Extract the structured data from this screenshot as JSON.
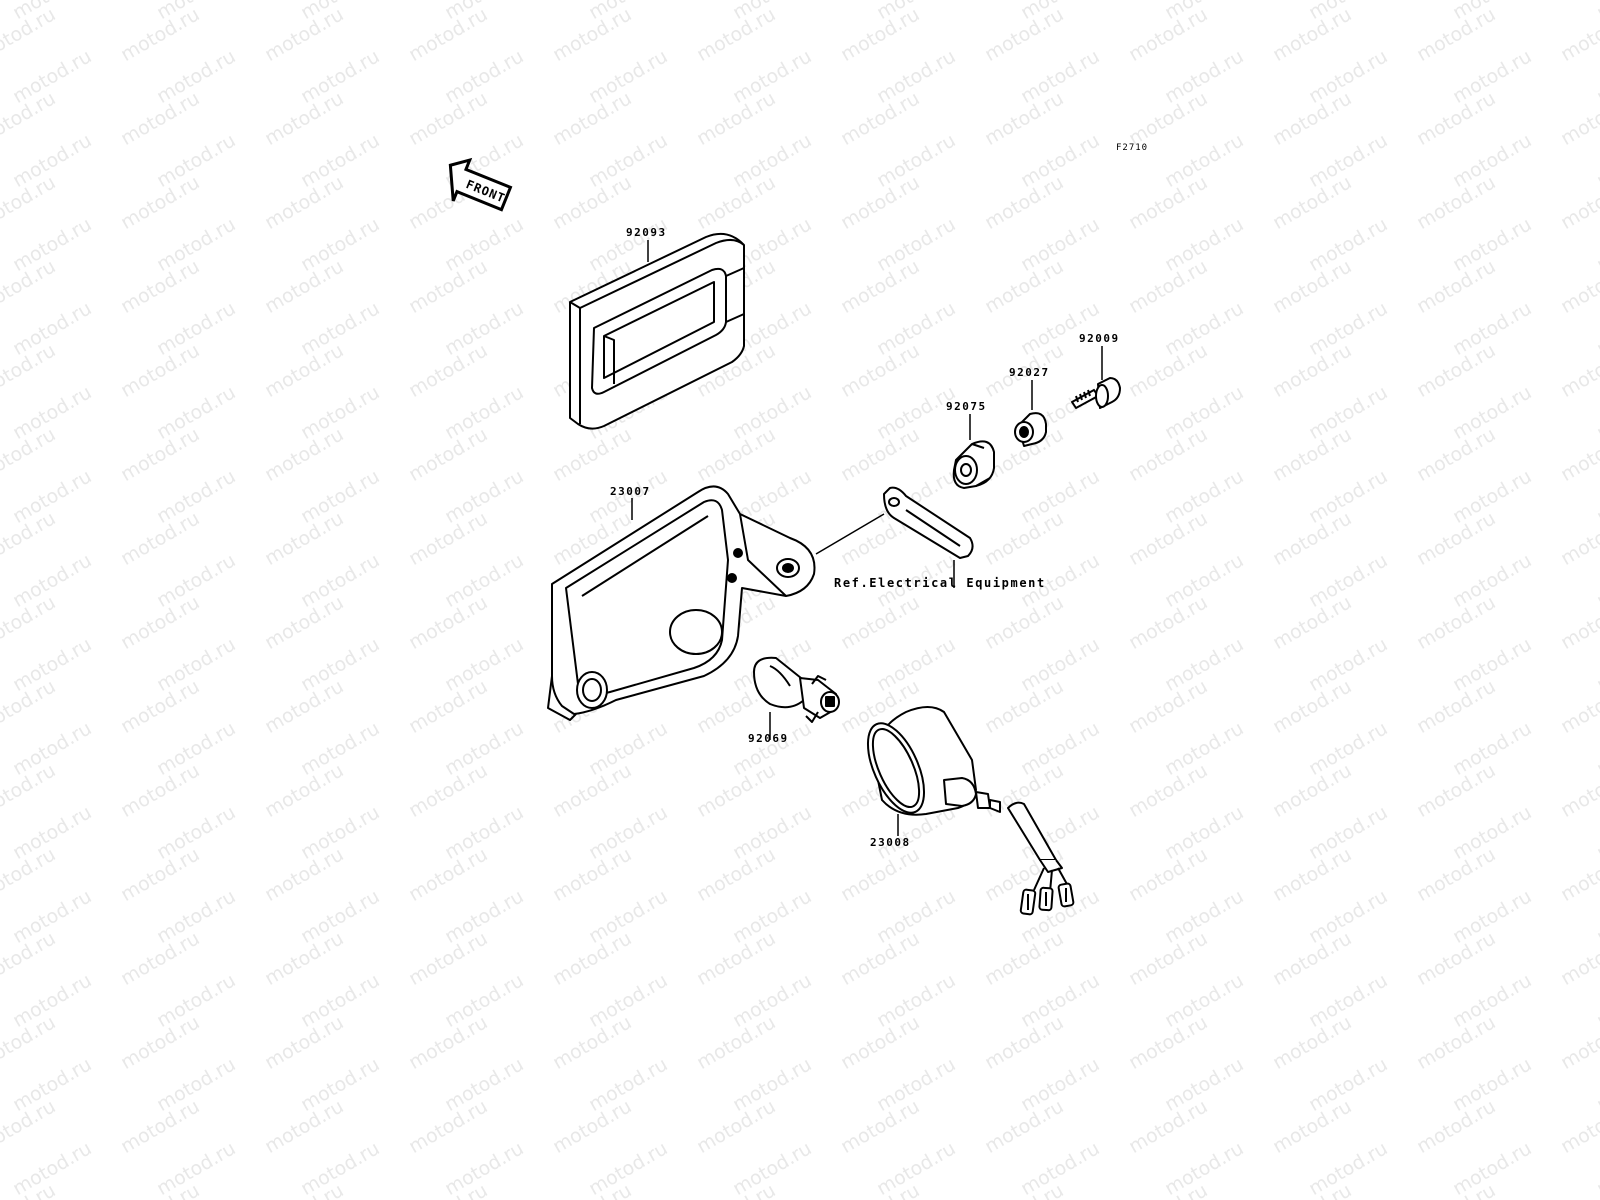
{
  "watermark": {
    "text": "motod.ru"
  },
  "figure_code": "F2710",
  "front_arrow": {
    "label": "FRONT"
  },
  "reference_note": "Ref.Electrical Equipment",
  "parts": {
    "gasket": {
      "number": "92093"
    },
    "headlight_housing": {
      "number": "23007"
    },
    "bulb": {
      "number": "92069"
    },
    "sealed_beam_unit": {
      "number": "23008"
    },
    "grommet": {
      "number": "92075"
    },
    "collar": {
      "number": "92027"
    },
    "bolt": {
      "number": "92009"
    }
  }
}
